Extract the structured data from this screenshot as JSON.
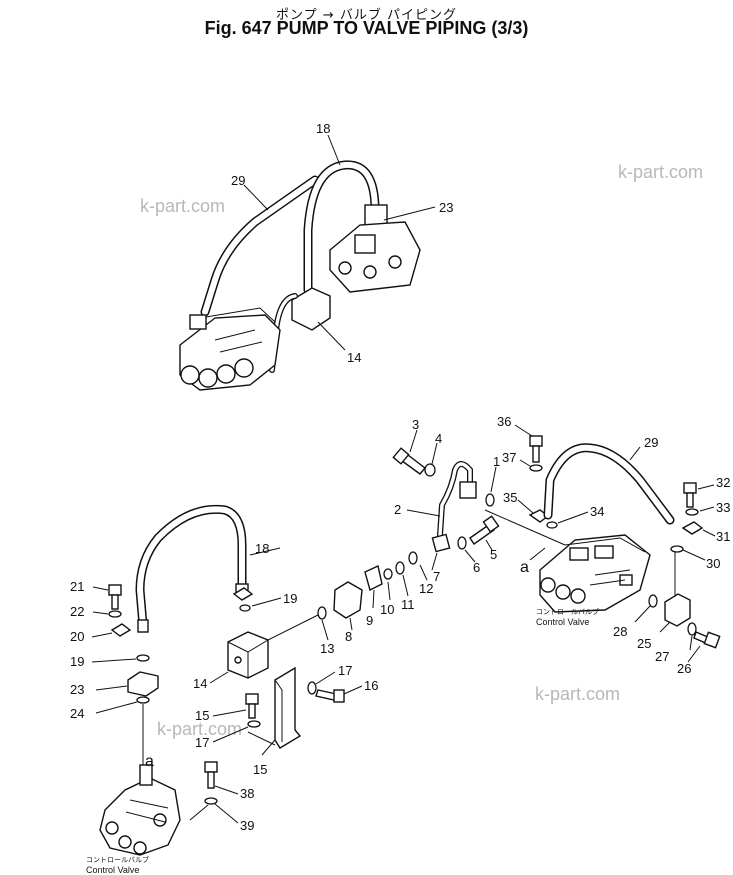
{
  "title": {
    "japanese": "ポンプ → バルブ パイピング",
    "english": "Fig. 647  PUMP TO VALVE PIPING (3/3)"
  },
  "watermarks": [
    "k-part.com",
    "k-part.com",
    "k-part.com",
    "k-part.com"
  ],
  "part_numbers": [
    "18",
    "29",
    "23",
    "14",
    "3",
    "4",
    "36",
    "37",
    "1",
    "29",
    "32",
    "33",
    "35",
    "34",
    "2",
    "5",
    "31",
    "6",
    "7",
    "30",
    "12",
    "11",
    "10",
    "9",
    "8",
    "18",
    "19",
    "21",
    "22",
    "20",
    "19",
    "23",
    "24",
    "13",
    "17",
    "16",
    "14",
    "15",
    "17",
    "15",
    "38",
    "39",
    "28",
    "25",
    "27",
    "26",
    "a",
    "a"
  ],
  "valve_labels": {
    "right_jp": "コントロールバルブ",
    "right_en": "Control Valve",
    "left_jp": "コントロールバルブ",
    "left_en": "Control Valve"
  }
}
